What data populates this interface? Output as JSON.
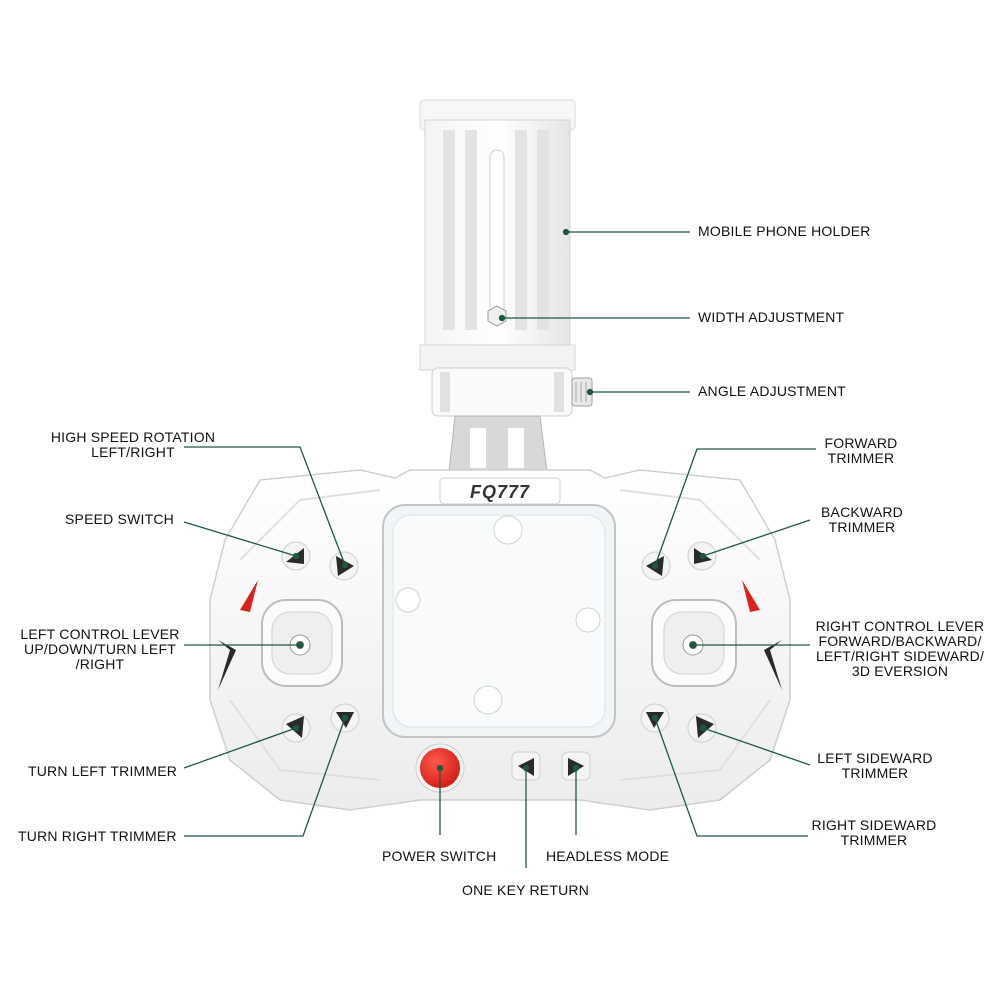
{
  "product": {
    "brand": "FQ777"
  },
  "callouts": {
    "mobile_phone_holder": "MOBILE PHONE HOLDER",
    "width_adjustment": "WIDTH ADJUSTMENT",
    "angle_adjustment": "ANGLE ADJUSTMENT",
    "high_speed_rotation": {
      "line1": "HIGH SPEED ROTATION",
      "line2": "LEFT/RIGHT"
    },
    "speed_switch": "SPEED SWITCH",
    "left_control_lever": {
      "line1": "LEFT CONTROL LEVER",
      "line2": "UP/DOWN/TURN LEFT",
      "line3": "/RIGHT"
    },
    "turn_left_trimmer": "TURN LEFT TRIMMER",
    "turn_right_trimmer": "TURN RIGHT TRIMMER",
    "forward_trimmer": {
      "line1": "FORWARD",
      "line2": "TRIMMER"
    },
    "backward_trimmer": {
      "line1": "BACKWARD",
      "line2": "TRIMMER"
    },
    "right_control_lever": {
      "line1": "RIGHT CONTROL LEVER",
      "line2": "FORWARD/BACKWARD/",
      "line3": "LEFT/RIGHT SIDEWARD/",
      "line4": "3D EVERSION"
    },
    "left_sideward_trimmer": {
      "line1": "LEFT SIDEWARD",
      "line2": "TRIMMER"
    },
    "right_sideward_trimmer": {
      "line1": "RIGHT SIDEWARD",
      "line2": "TRIMMER"
    },
    "power_switch": "POWER SWITCH",
    "headless_mode": "HEADLESS MODE",
    "one_key_return": "ONE KEY RETURN"
  },
  "colors": {
    "leader_line": "#1d5a3c",
    "power_button": "#e8231f",
    "accent_red": "#d9241e",
    "button_dark": "#2a2a2a"
  }
}
